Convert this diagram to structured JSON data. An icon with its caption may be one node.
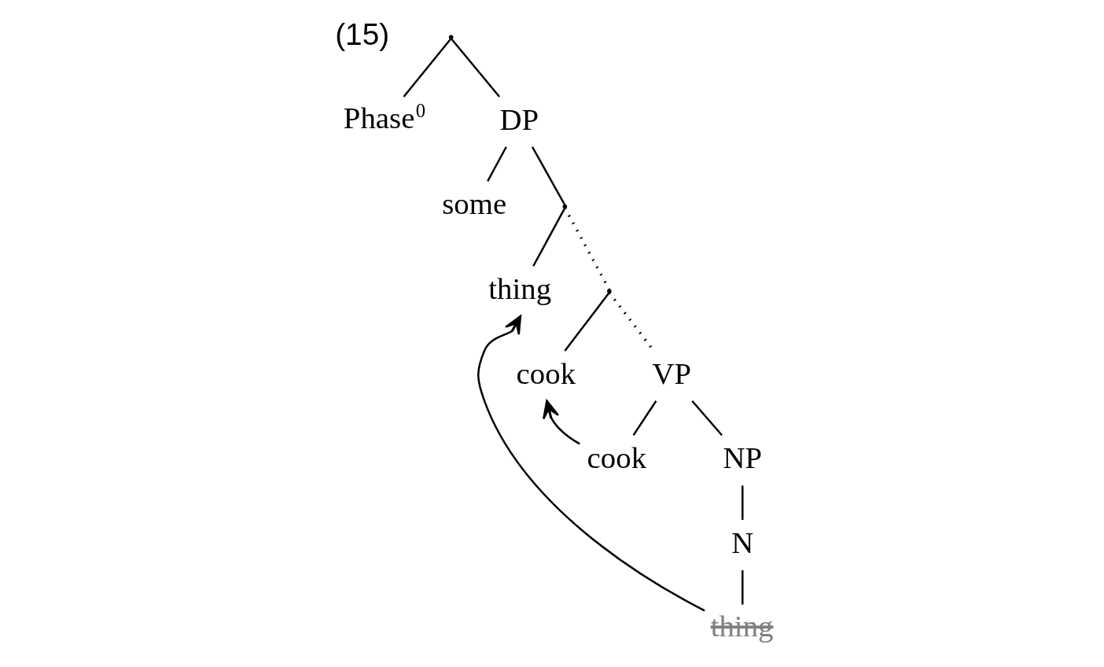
{
  "diagram": {
    "nodes": [
      {
        "text": [],
        "shape": "point"
      },
      {
        "text": [
          "Phase$^{0}$"
        ]
      },
      {
        "text": [
          "DP"
        ]
      },
      {
        "text": [
          "some"
        ]
      },
      {
        "text": [],
        "shape": "point"
      },
      {
        "text": [
          "thing"
        ]
      },
      {
        "text": [],
        "shape": "point"
      },
      {
        "text": [
          "cook"
        ]
      },
      {
        "text": [
          "VP"
        ]
      },
      {
        "text": [
          "cook"
        ]
      },
      {
        "text": [
          "NP"
        ]
      },
      {
        "text": [
          "N"
        ]
      },
      {
        "text": [
          "thing"
        ]
      }
    ],
    "edges": [
      {
        "from": 0,
        "to": 1,
        "arrow": "none"
      },
      {
        "from": 0,
        "to": 2,
        "arrow": "none"
      },
      {
        "from": 2,
        "to": 3,
        "arrow": "none"
      },
      {
        "from": 2,
        "to": 4,
        "arrow": "none"
      },
      {
        "from": 4,
        "to": 5,
        "arrow": "none"
      },
      {
        "from": 4,
        "to": 6,
        "arrow": "none",
        "style": "dashed"
      },
      {
        "from": 6,
        "to": 7,
        "arrow": "none"
      },
      {
        "from": 6,
        "to": 8,
        "arrow": "none",
        "style": "dashed"
      },
      {
        "from": 8,
        "to": 9,
        "arrow": "none"
      },
      {
        "from": 8,
        "to": 10,
        "arrow": "none"
      },
      {
        "from": 10,
        "to": 11,
        "arrow": "none"
      },
      {
        "from": 11,
        "to": 12,
        "arrow": "none"
      },
      {
        "from": 9,
        "to": 7,
        "arrow": "to"
      },
      {
        "from": 12,
        "to": 5,
        "arrow": "to"
      }
    ],
    "labels": [
      "(15)"
    ]
  }
}
